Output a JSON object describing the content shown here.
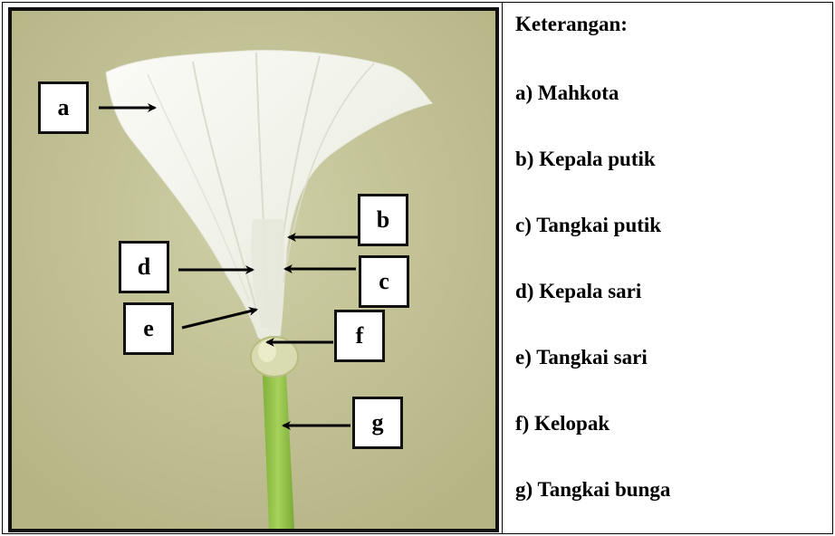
{
  "legend": {
    "title": "Keterangan:",
    "items": [
      "a) Mahkota",
      "b) Kepala putik",
      "c) Tangkai putik",
      "d) Kepala sari",
      "e) Tangkai sari",
      "f) Kelopak",
      "g) Tangkai bunga"
    ]
  },
  "labels": {
    "a": "a",
    "b": "b",
    "c": "c",
    "d": "d",
    "e": "e",
    "f": "f",
    "g": "g"
  },
  "colors": {
    "background_photo": "#c6c59a",
    "petal": "#f4f5f0",
    "stem": "#9cc84a",
    "arrow": "#000000",
    "frame": "#111111"
  }
}
